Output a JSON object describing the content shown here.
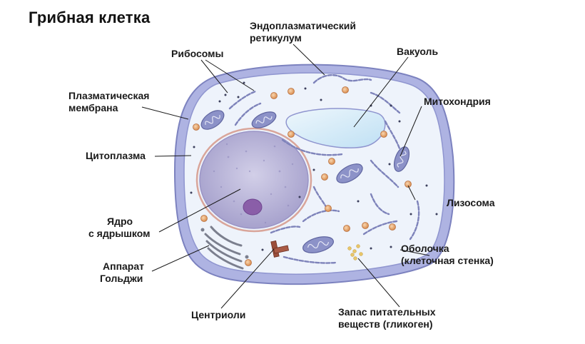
{
  "title": "Грибная клетка",
  "labels": {
    "er_line1": "Эндоплазматический",
    "er_line2": "ретикулум",
    "ribosomes": "Рибосомы",
    "vacuole": "Вакуоль",
    "membrane_line1": "Плазматическая",
    "membrane_line2": "мембрана",
    "mitochondria": "Митохондрия",
    "cytoplasm": "Цитоплазма",
    "lysosome": "Лизосома",
    "nucleus_line1": "Ядро",
    "nucleus_line2": "с ядрышком",
    "wall_line1": "Оболочка",
    "wall_line2": "(клеточная стенка)",
    "golgi_line1": "Аппарат",
    "golgi_line2": "Гольджи",
    "centrioles": "Центриоли",
    "glycogen_line1": "Запас питательных",
    "glycogen_line2": "веществ (гликоген)"
  },
  "colors": {
    "cell_wall": "#aeb3e2",
    "cytoplasm": "#eef3fb",
    "nucleus": "#b7b3d8",
    "nucleolus": "#8a5ea8",
    "organelle": "#8c92c8",
    "lysosome": "#e8a870",
    "vacuole": "#d4ebf8",
    "centriole": "#9b4e3b",
    "glycogen": "#e8c66a"
  }
}
